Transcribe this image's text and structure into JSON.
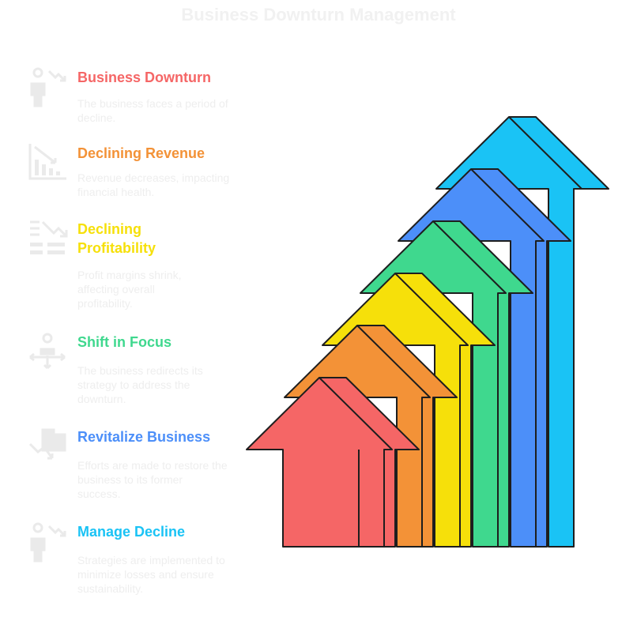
{
  "title": "Business Downturn Management",
  "items": [
    {
      "heading": "Business Downturn",
      "description": "The business faces a period of decline.",
      "color": "#f56666",
      "icon": "person-down-arrow-icon"
    },
    {
      "heading": "Declining Revenue",
      "description": "Revenue decreases, impacting financial health.",
      "color": "#f39237",
      "icon": "declining-bar-chart-icon"
    },
    {
      "heading": "Declining Profitability",
      "description": "Profit margins shrink, affecting overall profitability.",
      "color": "#f6e00a",
      "icon": "declining-profit-icon"
    },
    {
      "heading": "Shift in Focus",
      "description": "The business redirects its strategy to address the downturn.",
      "color": "#3fd88e",
      "icon": "person-arrows-icon"
    },
    {
      "heading": "Revitalize Business",
      "description": "Efforts are made to restore the business to its former success.",
      "color": "#4c8ff9",
      "icon": "buildings-trend-icon"
    },
    {
      "heading": "Manage Decline",
      "description": "Strategies are implemented to minimize losses and ensure sustainability.",
      "color": "#1ac3f5",
      "icon": "person-down-arrow-icon"
    }
  ]
}
